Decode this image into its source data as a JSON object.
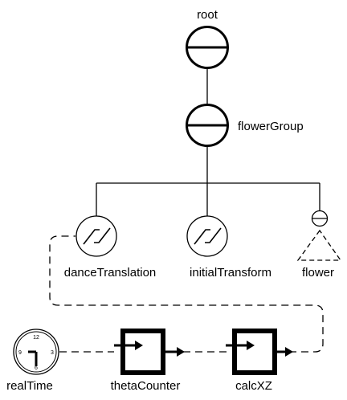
{
  "nodes": {
    "root": {
      "label": "root"
    },
    "flower_group": {
      "label": "flowerGroup"
    },
    "dance_translation": {
      "label": "danceTranslation"
    },
    "initial_transform": {
      "label": "initialTransform"
    },
    "flower": {
      "label": "flower"
    },
    "real_time": {
      "label": "realTime",
      "clock_numerals": [
        "12",
        "3",
        "6",
        "9"
      ]
    },
    "theta_counter": {
      "label": "thetaCounter"
    },
    "calc_xz": {
      "label": "calcXZ"
    }
  },
  "connections": [
    {
      "from": "root",
      "to": "flowerGroup",
      "style": "solid"
    },
    {
      "from": "flowerGroup",
      "to": "danceTranslation",
      "style": "solid"
    },
    {
      "from": "flowerGroup",
      "to": "initialTransform",
      "style": "solid"
    },
    {
      "from": "flowerGroup",
      "to": "flower",
      "style": "solid"
    },
    {
      "from": "realTime",
      "to": "thetaCounter",
      "style": "dashed"
    },
    {
      "from": "thetaCounter",
      "to": "calcXZ",
      "style": "dashed"
    },
    {
      "from": "calcXZ",
      "to": "danceTranslation",
      "style": "dashed"
    }
  ]
}
